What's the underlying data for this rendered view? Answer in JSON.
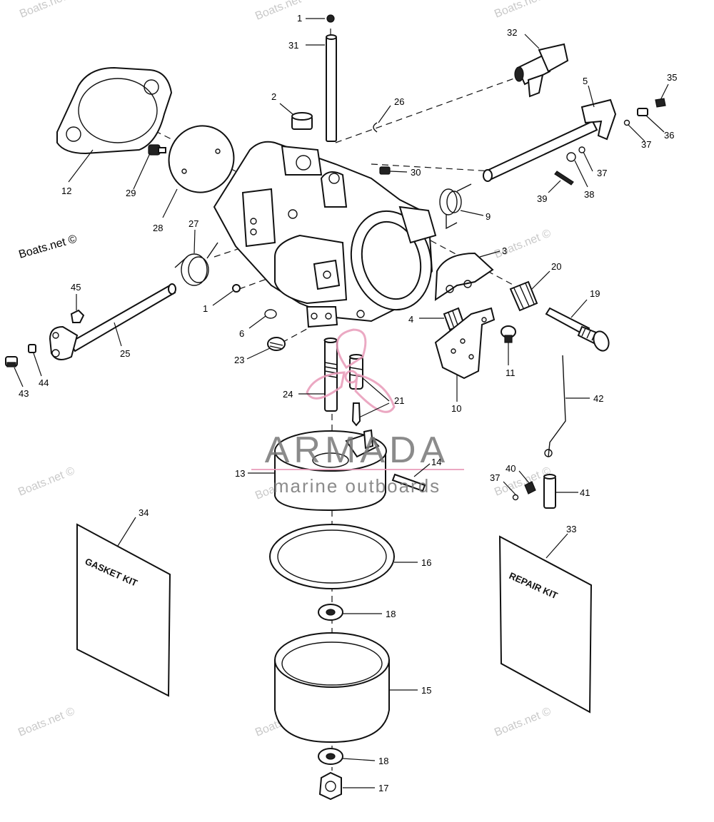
{
  "watermark": "Boats.net ©",
  "logo": {
    "name": "ARMADA",
    "tagline": "marine outboards",
    "color": "#e89ab8",
    "text_color": "#777777"
  },
  "kits": {
    "gasket": "GASKET KIT",
    "repair": "REPAIR KIT"
  },
  "part_labels": [
    "1",
    "31",
    "32",
    "2",
    "26",
    "5",
    "35",
    "36",
    "37",
    "12",
    "29",
    "30",
    "37",
    "38",
    "39",
    "28",
    "27",
    "9",
    "3",
    "20",
    "19",
    "45",
    "1",
    "6",
    "4",
    "11",
    "23",
    "25",
    "43",
    "44",
    "24",
    "21",
    "10",
    "42",
    "14",
    "13",
    "37",
    "40",
    "41",
    "34",
    "33",
    "16",
    "18",
    "15",
    "18",
    "17"
  ]
}
